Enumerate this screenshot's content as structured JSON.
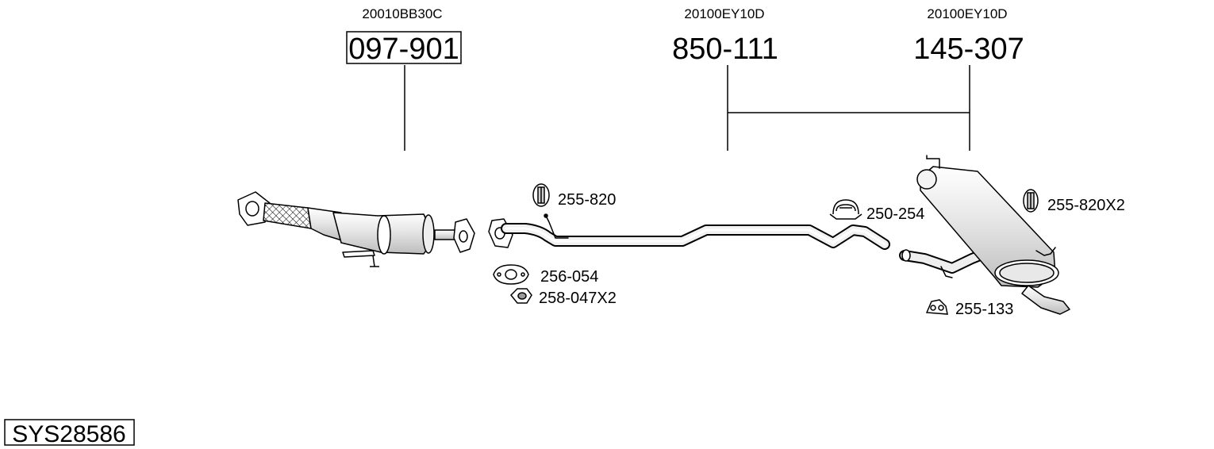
{
  "system_code": "SYS28586",
  "main_parts": [
    {
      "id": "catalytic-converter",
      "oem": "20010BB30C",
      "number": "097-901",
      "boxed": true
    },
    {
      "id": "center-pipe",
      "oem": "20100EY10D",
      "number": "850-111",
      "boxed": false
    },
    {
      "id": "rear-silencer",
      "oem": "20100EY10D",
      "number": "145-307",
      "boxed": false
    }
  ],
  "accessories": [
    {
      "id": "rubber-mount-front",
      "number": "255-820",
      "icon": "rubber-mount-icon"
    },
    {
      "id": "gasket",
      "number": "256-054",
      "icon": "flange-gasket-icon"
    },
    {
      "id": "nut",
      "number": "258-047X2",
      "icon": "hex-nut-icon"
    },
    {
      "id": "clamp",
      "number": "250-254",
      "icon": "clamp-icon"
    },
    {
      "id": "rubber-mount-rear",
      "number": "255-820X2",
      "icon": "rubber-mount-icon"
    },
    {
      "id": "rubber-hanger",
      "number": "255-133",
      "icon": "rubber-hanger-icon"
    }
  ],
  "colors": {
    "line": "#000000",
    "fill": "#ffffff",
    "shade": "#d9d9d9"
  }
}
